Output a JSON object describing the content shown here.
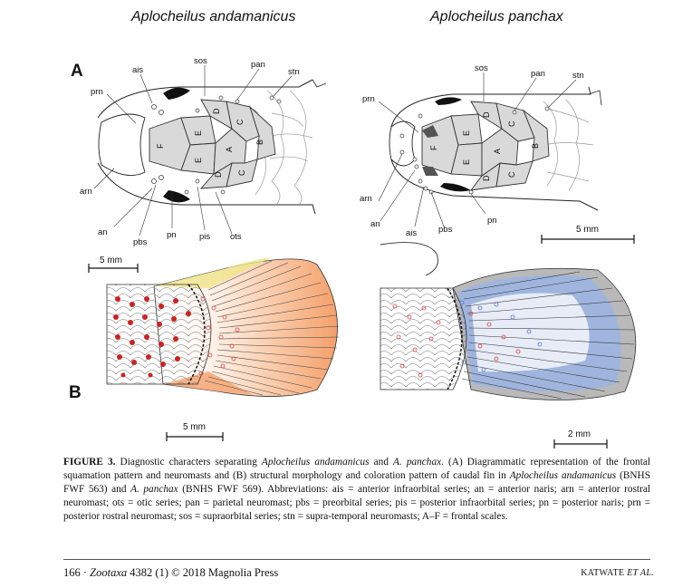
{
  "figure": {
    "species_left": "Aplocheilus andamanicus",
    "species_right": "Aplocheilus panchax",
    "panel_a": "A",
    "panel_b": "B",
    "left_head_labels": {
      "sos": "sos",
      "ais": "ais",
      "pan": "pan",
      "stn": "stn",
      "prn": "prn",
      "arn": "arn",
      "an": "an",
      "pbs": "pbs",
      "pn": "pn",
      "pis": "pis",
      "ots": "ots"
    },
    "right_head_labels": {
      "sos": "sos",
      "pan": "pan",
      "stn": "stn",
      "prn": "prn",
      "arn": "arn",
      "an": "an",
      "ais": "ais",
      "pbs": "pbs",
      "pn": "pn"
    },
    "scale_labels": {
      "left_top": "5 mm",
      "right_top": "5 mm",
      "left_bottom": "5 mm",
      "right_bottom": "2 mm"
    },
    "colors": {
      "scale_fill": "#d9d9d9",
      "neuromast_red": "#cc2222",
      "fin_orange": "#f4a06a",
      "fin_yellow": "#efe38a",
      "fin_blue": "#9fb5de",
      "fin_grey": "#b9b9b9"
    }
  },
  "caption": {
    "label": "FIGURE 3.",
    "t1": " Diagnostic characters separating ",
    "sp1": "Aplocheilus andamanicus",
    "t2": " and ",
    "sp2": "A. panchax",
    "t3": ". (A) Diagrammatic representation of the frontal squamation pattern and neuromasts and (B) structural morphology and coloration pattern of caudal fin in ",
    "sp3": "Aplocheilus andamanicus",
    "t4": " (BNHS FWF 563) and ",
    "sp4": "A. panchax",
    "t5": " (BNHS FWF 569). Abbreviations: ais = anterior infraorbital series; an = anterior naris; arn = anterior rostral neuromast; ots = otic series; pan = parietal neuromast; pbs = preorbital series; pis = posterior infraorbital series; pn = posterior naris; prn = posterior rostral neuromast; sos = supraorbital series; stn = supra-temporal neuromasts; A–F = frontal scales."
  },
  "footer": {
    "page": "166",
    "sep": " · ",
    "journal": "Zootaxa",
    "volume": " 4382 (1) © 2018 Magnolia Press",
    "author": "KATWATE",
    "etal": " ET AL."
  }
}
